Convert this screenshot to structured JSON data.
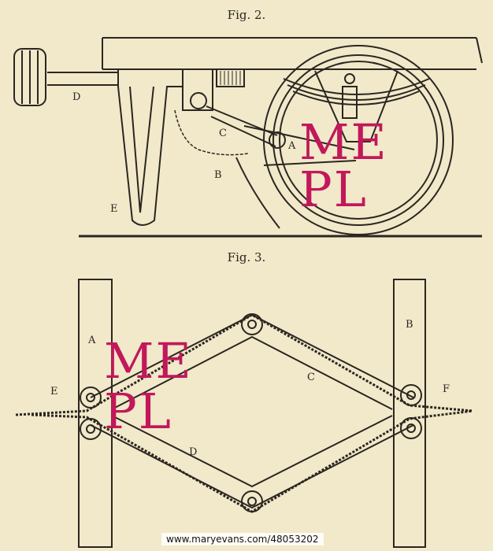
{
  "figures": {
    "fig2": {
      "caption": "Fig. 2.",
      "labels": {
        "A": "A",
        "B": "B",
        "C": "C",
        "D": "D",
        "E": "E"
      }
    },
    "fig3": {
      "caption": "Fig. 3.",
      "labels": {
        "A": "A",
        "B": "B",
        "C": "C",
        "D": "D",
        "E": "E",
        "F": "F"
      }
    }
  },
  "watermark": {
    "line1": "ME",
    "line2": "PL",
    "color": "#c2185b",
    "url": "www.maryevans.com/48053202"
  },
  "colors": {
    "paper": "#f1e9ca",
    "ink": "#2b2620"
  }
}
